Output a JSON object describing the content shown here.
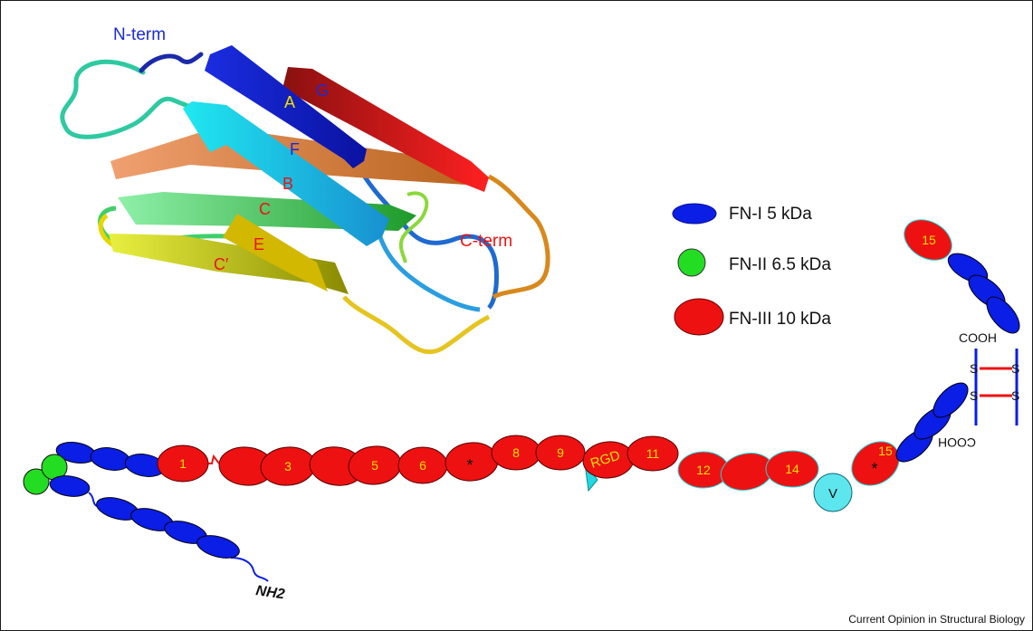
{
  "structure_labels": {
    "n_term": "N-term",
    "c_term": "C-term",
    "strands": [
      "A",
      "G",
      "F",
      "B",
      "C",
      "E",
      "C′"
    ]
  },
  "legend": [
    {
      "label": "FN-I 5 kDa",
      "shape": "small-oval",
      "color": "#0a1ee6"
    },
    {
      "label": "FN-II 6.5 kDa",
      "shape": "circle",
      "color": "#22dd22"
    },
    {
      "label": "FN-III 10 kDa",
      "shape": "large-oval",
      "color": "#ee1111"
    }
  ],
  "chain": {
    "fn3_labels": [
      "1",
      "3",
      "5",
      "6",
      "*",
      "8",
      "9",
      "RGD",
      "11",
      "12",
      "14",
      "15"
    ],
    "variable_label": "V",
    "arm_labels": {
      "fn3_top": "15",
      "cooh_top": "COOH",
      "cooh_bottom": "COOH",
      "ss": "S",
      "nh2": "NH2"
    }
  },
  "colors": {
    "fn1": "#0a1ee6",
    "fn2": "#22dd22",
    "fn3": "#ee1111",
    "variable": "#5ee6ee",
    "label": "#f5e000"
  },
  "credit": "Current Opinion in Structural Biology"
}
